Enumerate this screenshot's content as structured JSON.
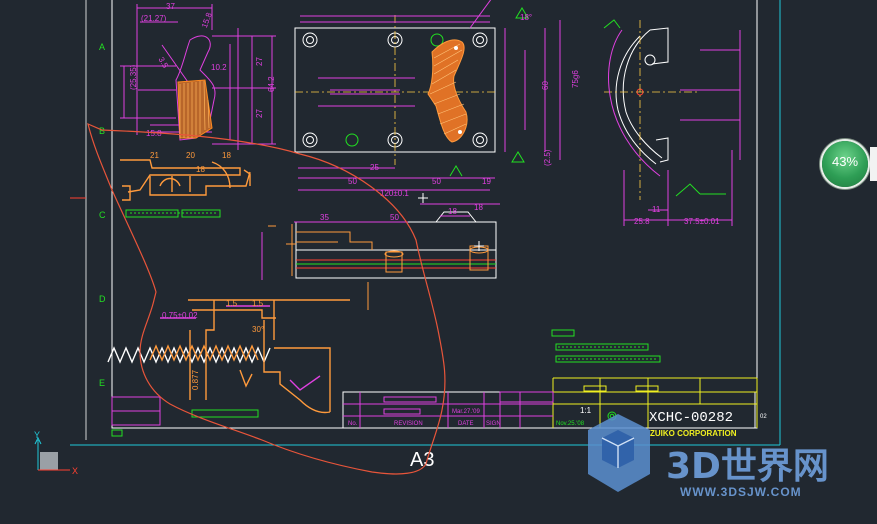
{
  "zones": [
    "A",
    "B",
    "C",
    "D",
    "E"
  ],
  "sheet_size": "A3",
  "drawing_number": "XCHC-00282",
  "company": "ZUIKO CORPORATION",
  "watermark": {
    "brand": "3D世界网",
    "url": "WWW.3DSJW.COM"
  },
  "progress": {
    "label": "43%",
    "value": 0.43
  },
  "title_block": {
    "scale": "1:1",
    "date_1": "Mar.27.'09",
    "date_2": "Nov.25.'08",
    "rev_col": "REVISION",
    "date_col": "DATE",
    "sign_col": "SIGN",
    "no_col": "No.",
    "sheet_code": "02"
  },
  "dimensions": {
    "top_37": "37",
    "d_21_27": "(21.27)",
    "d_15_8": "15.8",
    "d_10_2": "10.2",
    "d_27a": "27",
    "d_64_2": "64.2",
    "d_27b": "27",
    "d_25_35": "(25.35)",
    "d_3_5": "3.5",
    "d_15_8b": "15.8",
    "d_21": "21",
    "d_20": "20",
    "d_18": "18",
    "d_18b": "18",
    "d_60": "60",
    "d_75g6": "75g6",
    "d_2_5": "(2.5)",
    "d_25": "25",
    "d_50a": "50",
    "d_50b": "50",
    "d_19": "19",
    "d_120": "120±0.1",
    "d_35": "35",
    "d_50c": "50",
    "d_18c": "18",
    "d_18d": "18",
    "d_0_75": "0.75±0.02",
    "d_1_5a": "1.5",
    "d_1_5b": "1.5",
    "d_30": "30°",
    "d_0_877": "0.877",
    "d_25_8": "25.8",
    "d_11": "11",
    "d_37_5": "37.5±0.01",
    "d_ang": "18°"
  },
  "ucs": {
    "x_label": "X",
    "y_label": "Y"
  },
  "colors": {
    "bg": "#212830",
    "frame": "#ffffff",
    "cyan": "#20c8d8",
    "orange": "#ff9a3c",
    "magenta": "#e040e0",
    "green": "#22e022",
    "yellow": "#f0f020",
    "red": "#ff4030",
    "hatch": "#ff8a20"
  }
}
